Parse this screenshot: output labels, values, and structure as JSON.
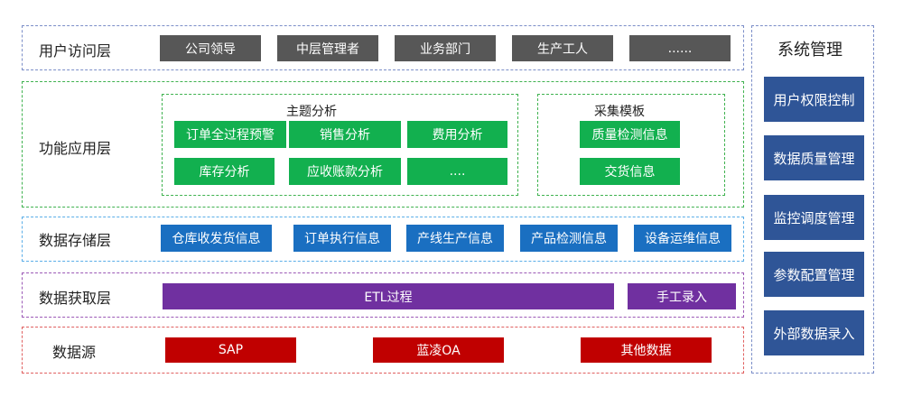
{
  "layers": {
    "user_access": {
      "title": "用户访问层",
      "items": [
        "公司领导",
        "中层管理者",
        "业务部门",
        "生产工人",
        "......"
      ]
    },
    "function": {
      "title": "功能应用层",
      "topic": {
        "title": "主题分析",
        "items": [
          "订单全过程预警",
          "销售分析",
          "费用分析",
          "库存分析",
          "应收账款分析",
          "...."
        ]
      },
      "template": {
        "title": "采集模板",
        "items": [
          "质量检测信息",
          "交货信息"
        ]
      }
    },
    "storage": {
      "title": "数据存储层",
      "items": [
        "仓库收发货信息",
        "订单执行信息",
        "产线生产信息",
        "产品检测信息",
        "设备运维信息"
      ]
    },
    "acquisition": {
      "title": "数据获取层",
      "items": [
        "ETL过程",
        "手工录入"
      ]
    },
    "source": {
      "title": "数据源",
      "items": [
        "SAP",
        "蓝凌OA",
        "其他数据"
      ]
    }
  },
  "system": {
    "title": "系统管理",
    "items": [
      "用户权限控制",
      "数据质量管理",
      "监控调度管理",
      "参数配置管理",
      "外部数据录入"
    ]
  },
  "colors": {
    "gray": "#575757",
    "green": "#12b04f",
    "blue": "#1a6fc1",
    "purple": "#7030a0",
    "red": "#c00000",
    "navy": "#2f5597",
    "canvas": "#f2f2f2"
  }
}
